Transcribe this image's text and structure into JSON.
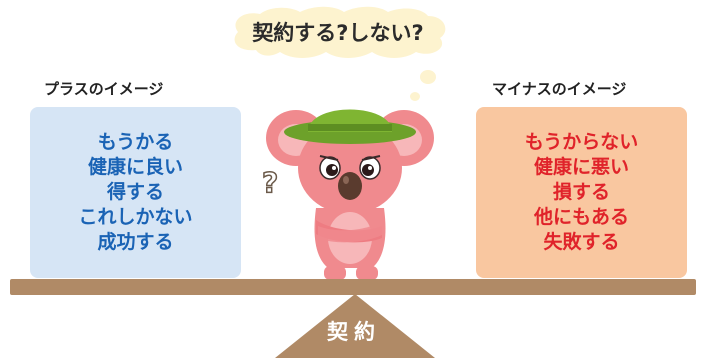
{
  "thought_bubble": {
    "text": "契約する?しない?"
  },
  "plus_side": {
    "heading": "プラスのイメージ",
    "items": [
      "もうかる",
      "健康に良い",
      "得する",
      "これしかない",
      "成功する"
    ],
    "text_color": "#1a63b5",
    "panel_color": "#d6e5f5"
  },
  "minus_side": {
    "heading": "マイナスのイメージ",
    "items": [
      "もうからない",
      "健康に悪い",
      "損する",
      "他にもある",
      "失敗する"
    ],
    "text_color": "#e0232a",
    "panel_color": "#f9c7a0"
  },
  "fulcrum": {
    "label": "契約",
    "color": "#b08a66"
  },
  "character": {
    "name": "koala-character",
    "hat_color": "#7fb532",
    "body_color": "#f08a8e"
  }
}
